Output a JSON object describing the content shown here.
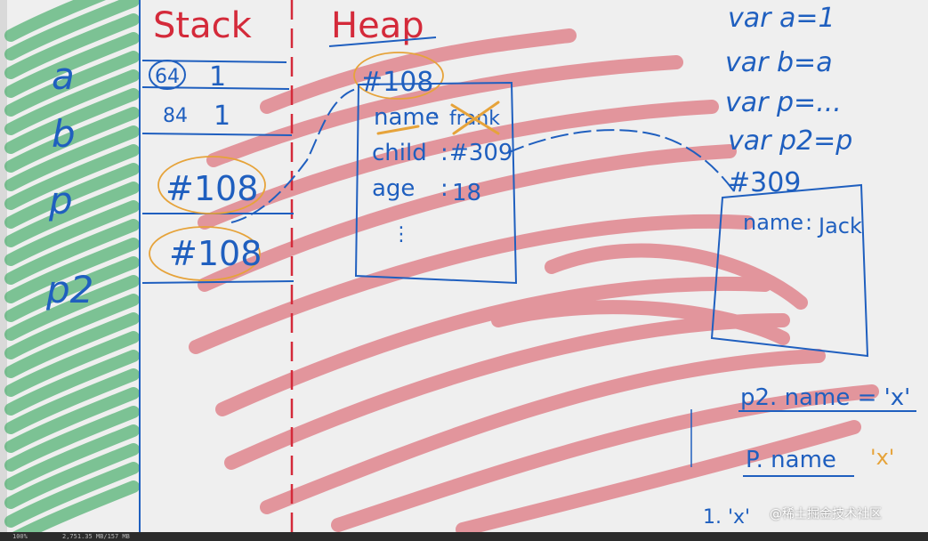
{
  "colors": {
    "blue": "#1f5fbf",
    "red": "#d42a3a",
    "green": "#4caf6e",
    "orange": "#e6a33a"
  },
  "headers": {
    "stack": "Stack",
    "heap": "Heap"
  },
  "variables": [
    "a",
    "b",
    "p",
    "p2"
  ],
  "stack_cells": [
    {
      "addr": "64",
      "value": "1"
    },
    {
      "addr": "84",
      "value": "1"
    },
    {
      "addr": "",
      "value": "#108"
    },
    {
      "addr": "",
      "value": "#108"
    }
  ],
  "heap_object_1": {
    "address": "#108",
    "fields": [
      {
        "key": "name",
        "value": "frank"
      },
      {
        "key": "child",
        "value": "#309"
      },
      {
        "key": "age",
        "value": "18"
      }
    ],
    "more": "⋮"
  },
  "heap_object_2": {
    "address": "#309",
    "fields": [
      {
        "key": "name",
        "value": "Jack"
      }
    ]
  },
  "code_lines": [
    "var a=1",
    "var b=a",
    "var p=...",
    "var  p2=p"
  ],
  "notes": {
    "line1": "p2. name = 'x'",
    "line2": "P. name",
    "line2_answer": "'x'",
    "line3": "1. 'x'"
  },
  "watermark": "@稀土掘金技术社区",
  "statusbar": {
    "zoom": "100%",
    "info": "2,751.35 MB/157 MB"
  }
}
